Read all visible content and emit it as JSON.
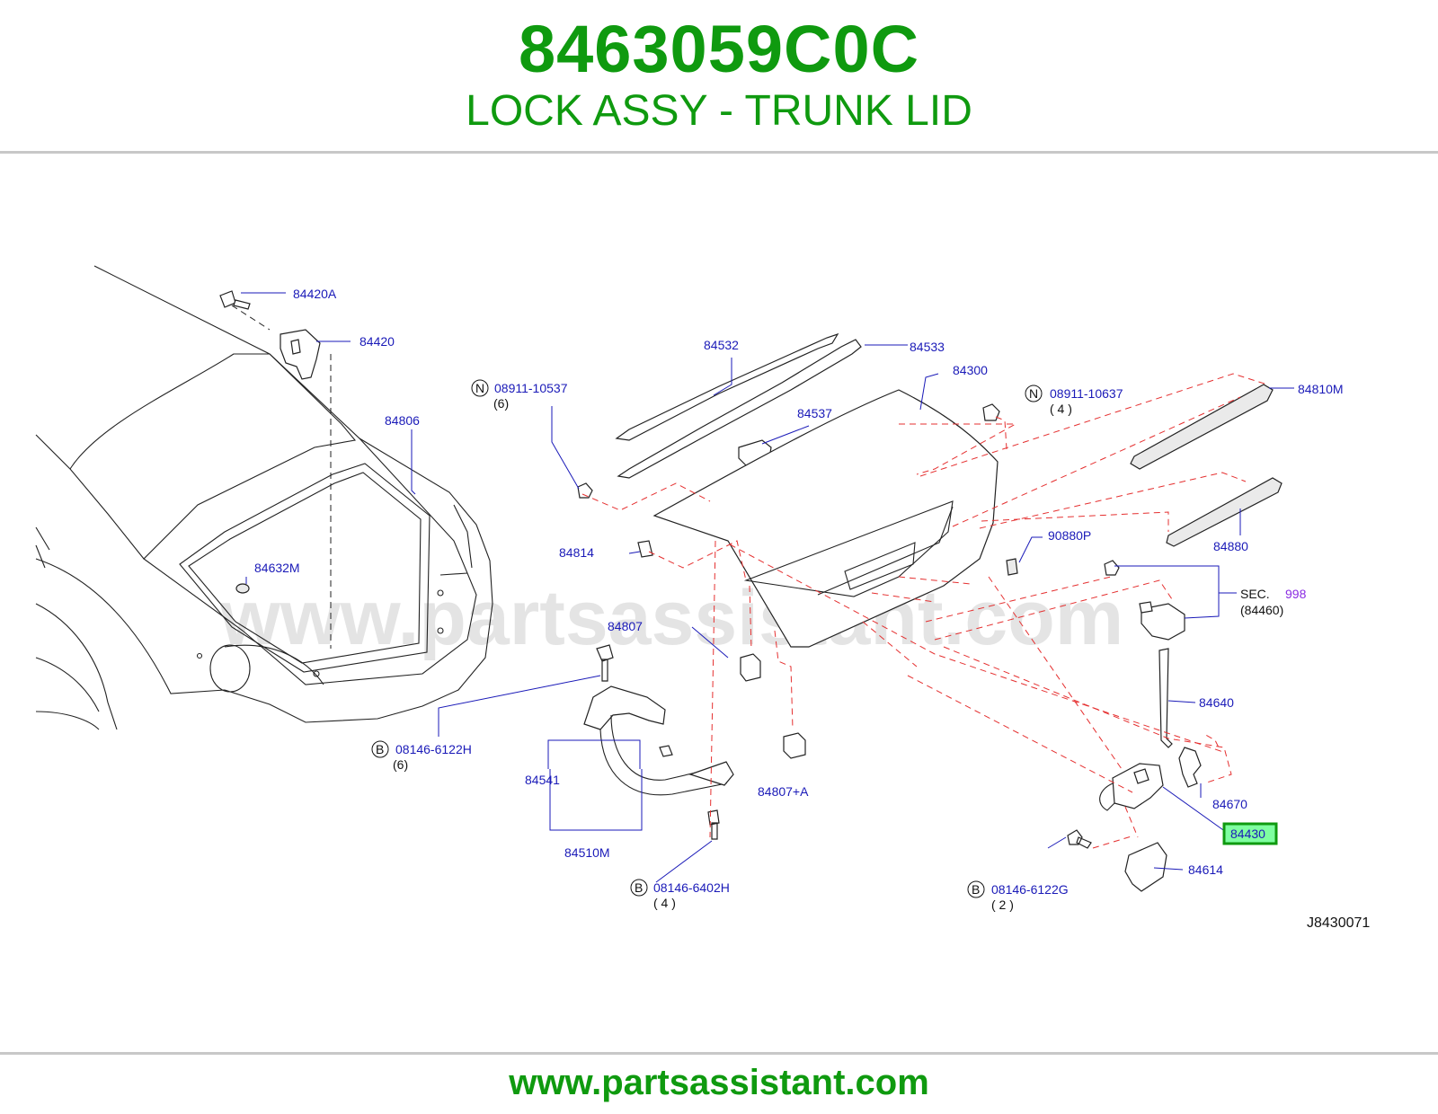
{
  "header": {
    "part_number": "8463059C0C",
    "part_name": "LOCK ASSY - TRUNK LID"
  },
  "footer": {
    "url": "www.partsassistant.com"
  },
  "diagram": {
    "watermark": "www.partsassistant.com",
    "figure_code": "J8430071",
    "labels": {
      "p84420A": "84420A",
      "p84420": "84420",
      "p84806": "84806",
      "p84632M": "84632M",
      "p84532": "84532",
      "p84533": "84533",
      "p84300": "84300",
      "p84537": "84537",
      "p84810M": "84810M",
      "p84880": "84880",
      "p90880P": "90880P",
      "p84814": "84814",
      "p84807": "84807",
      "p84807A": "84807+A",
      "p84541": "84541",
      "p84510M": "84510M",
      "p84640": "84640",
      "p84670": "84670",
      "p84430": "84430",
      "p84614": "84614",
      "sec": "SEC.",
      "sec_num": "998",
      "sec_ref": "(84460)"
    },
    "fasteners": {
      "n1": {
        "prefix": "N",
        "code": "08911-10537",
        "qty": "(6)"
      },
      "n2": {
        "prefix": "N",
        "code": "08911-10637",
        "qty": "( 4 )"
      },
      "b1": {
        "prefix": "B",
        "code": "08146-6122H",
        "qty": "(6)"
      },
      "b2": {
        "prefix": "B",
        "code": "08146-6402H",
        "qty": "( 4 )"
      },
      "b3": {
        "prefix": "B",
        "code": "08146-6122G",
        "qty": "( 2 )"
      }
    },
    "highlighted_part": "84430",
    "colors": {
      "title": "#0f9a0f",
      "callout": "#1a1ab8",
      "dashed_lines": "#e53030",
      "highlight_fill": "#7fffa0",
      "highlight_border": "#0f9a0f"
    }
  }
}
